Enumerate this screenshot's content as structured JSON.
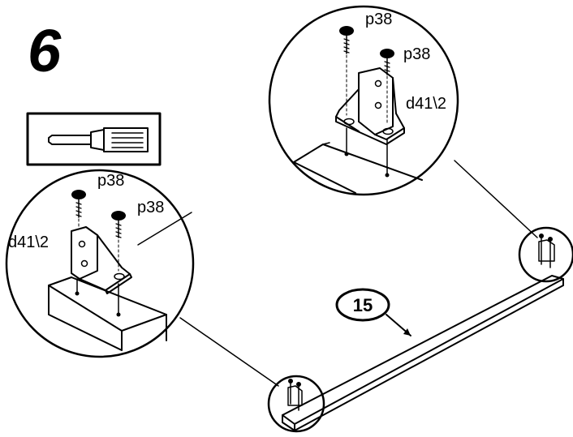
{
  "step_number": "6",
  "tool": {
    "icon": "screwdriver-icon"
  },
  "left_detail": {
    "screw_label_1": "p38",
    "screw_label_2": "p38",
    "bracket_label": "d41\\2"
  },
  "right_detail": {
    "screw_label_1": "p38",
    "screw_label_2": "p38",
    "bracket_label": "d41\\2"
  },
  "part": {
    "number": "15"
  },
  "colors": {
    "ink": "#000000",
    "paper": "#ffffff"
  }
}
